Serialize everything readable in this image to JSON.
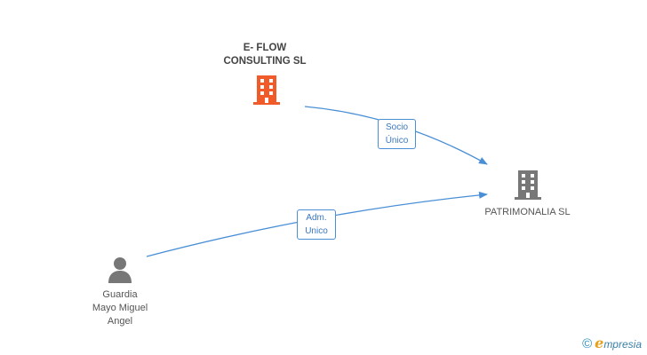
{
  "nodes": {
    "eflow": {
      "label": "E- FLOW\nCONSULTING SL",
      "color": "#f15a29",
      "type": "company"
    },
    "patrimonalia": {
      "label": "PATRIMONALIA SL",
      "color": "#777777",
      "type": "company"
    },
    "person": {
      "label": "Guardia\nMayo Miguel\nAngel",
      "color": "#777777",
      "type": "person"
    }
  },
  "edges": [
    {
      "from": "E- FLOW CONSULTING SL",
      "to": "PATRIMONALIA SL",
      "label": "Socio\nÚnico"
    },
    {
      "from": "Guardia Mayo Miguel Angel",
      "to": "PATRIMONALIA SL",
      "label": "Adm.\nUnico"
    }
  ],
  "colors": {
    "edge": "#4a8fd6",
    "accent": "#f15a29"
  },
  "brand": {
    "copyright": "©",
    "e": "e",
    "rest": "mpresia"
  }
}
